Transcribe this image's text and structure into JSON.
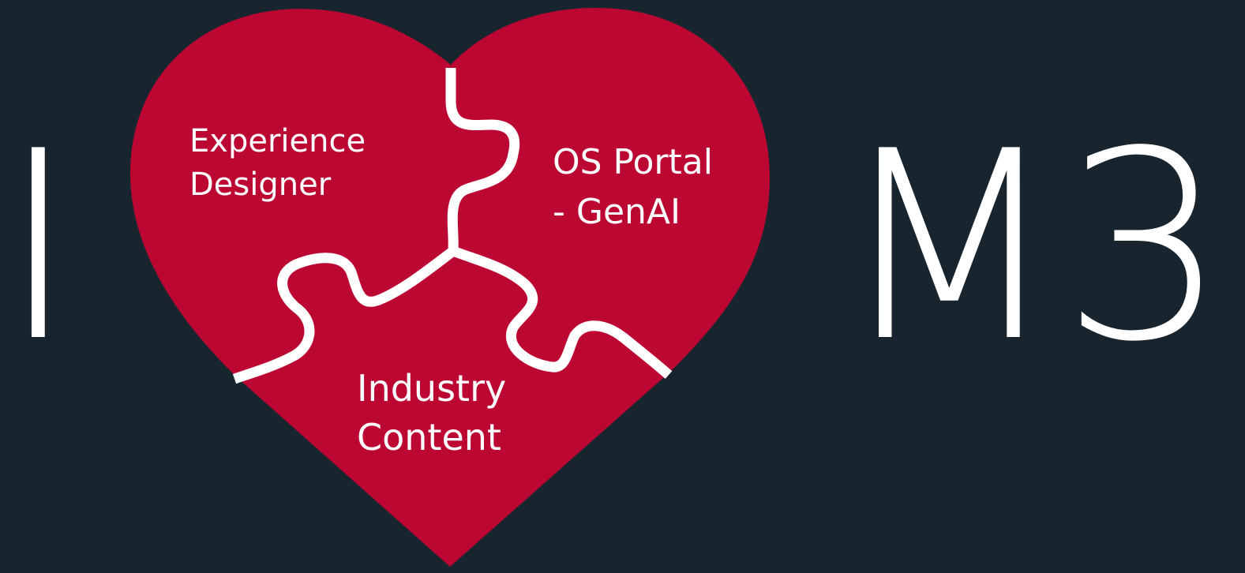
{
  "slogan": {
    "left_word": "I",
    "right_word": "M3"
  },
  "heart": {
    "color": "#bd0733",
    "seam_color": "#ffffff",
    "pieces": [
      {
        "line1": "Experience",
        "line2": "Designer"
      },
      {
        "line1": "OS Portal",
        "line2": "- GenAI"
      },
      {
        "line1": "Industry",
        "line2": "Content"
      }
    ]
  },
  "background_color": "#18252f"
}
